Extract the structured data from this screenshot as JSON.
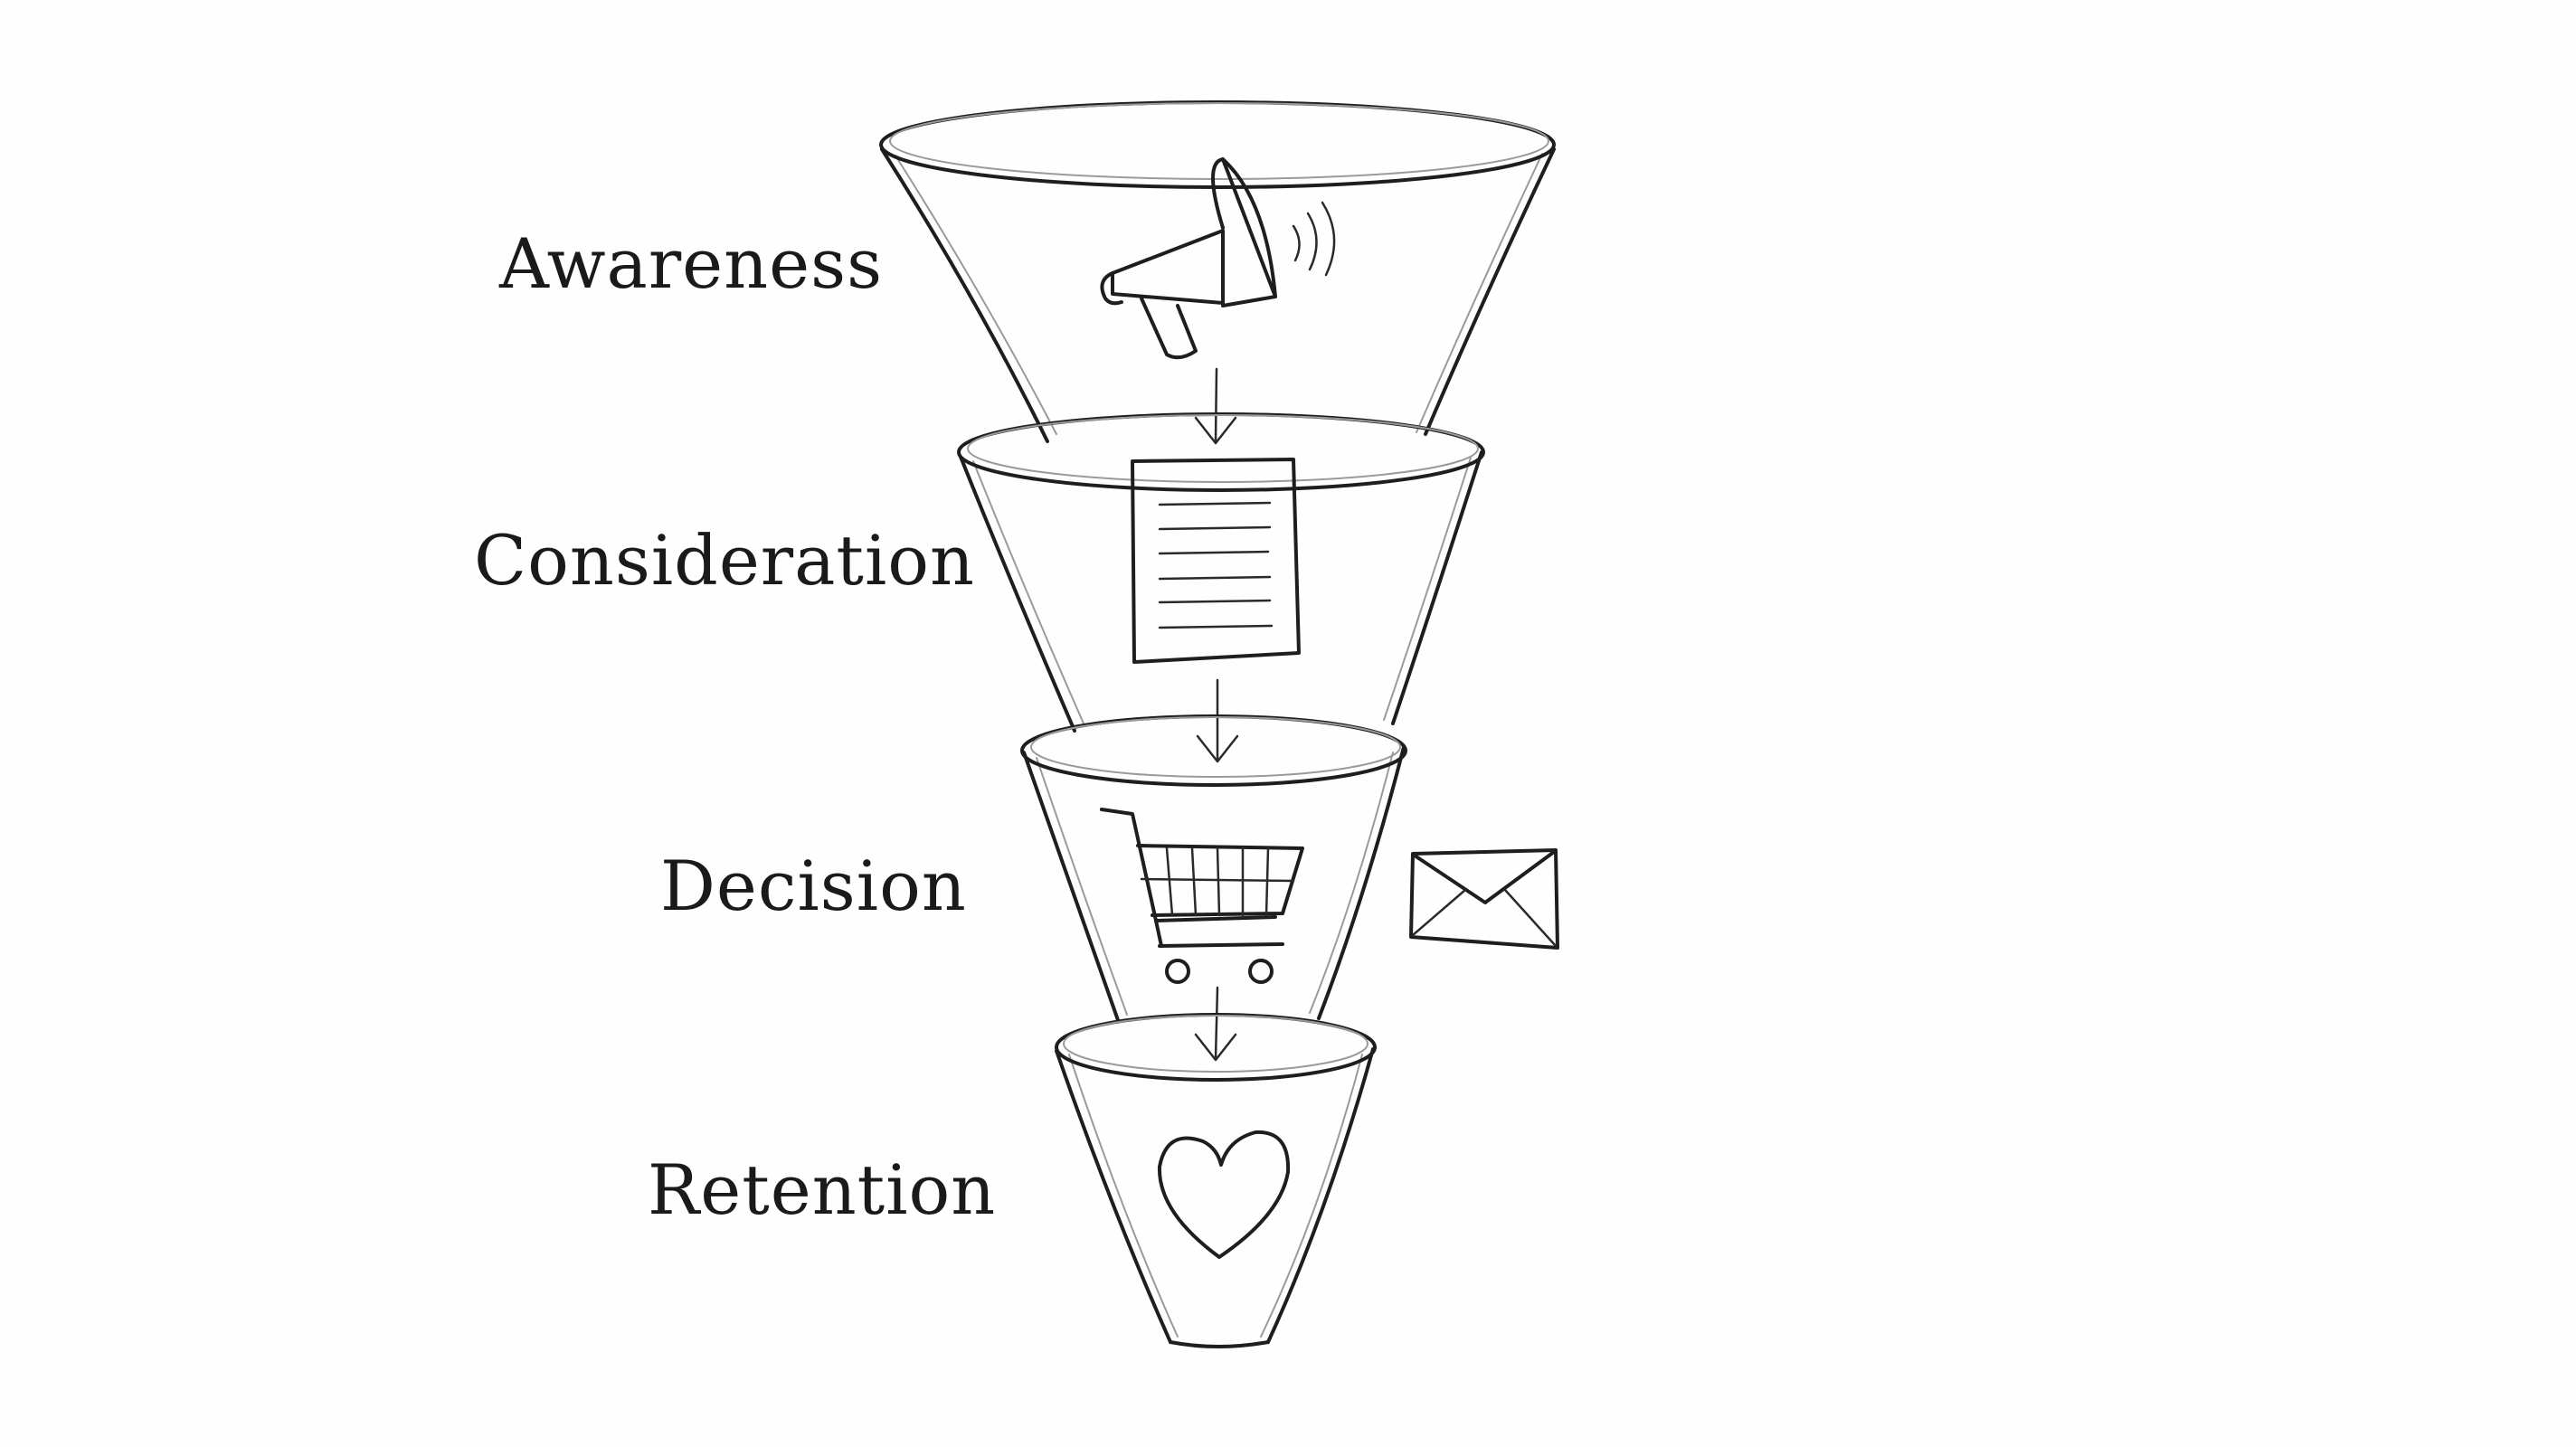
{
  "diagram": {
    "type": "funnel",
    "stages": [
      {
        "label": "Awareness",
        "icon": "megaphone-icon"
      },
      {
        "label": "Consideration",
        "icon": "document-icon"
      },
      {
        "label": "Decision",
        "icon": "shopping-cart-icon"
      },
      {
        "label": "Retention",
        "icon": "heart-icon"
      }
    ],
    "side_icon": "envelope-icon",
    "connector": "down-arrow",
    "colors": {
      "stroke": "#1e1e1e",
      "background": "#fefefe"
    }
  }
}
